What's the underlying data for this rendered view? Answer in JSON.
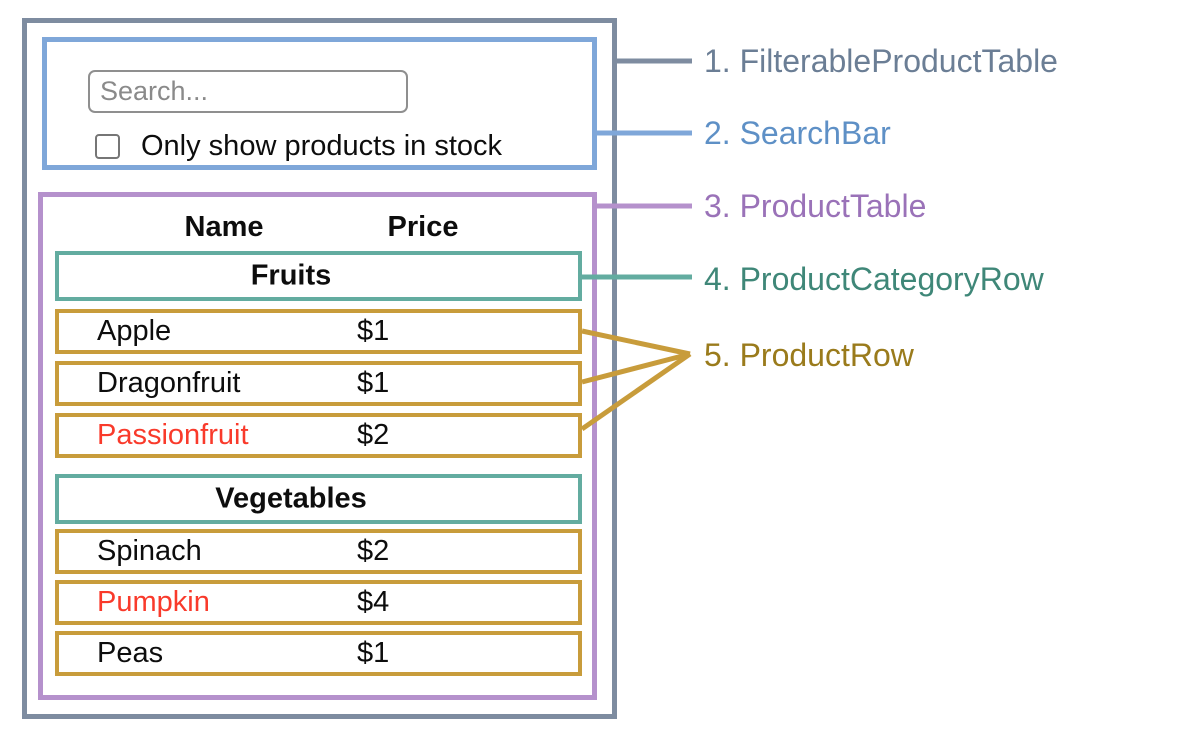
{
  "colors": {
    "slate_border": "#7E8CA0",
    "slate_text": "#6B7E95",
    "blue_border": "#7FA7D9",
    "blue_text": "#5E90C6",
    "purple_border": "#B591CC",
    "purple_text": "#9A72B8",
    "teal_border": "#63ACA0",
    "teal_text": "#3F8778",
    "gold_border": "#C89C3B",
    "gold_text": "#9A7B1C",
    "red_text": "#F93A2B"
  },
  "search_bar": {
    "input_placeholder": "Search...",
    "checkbox_label": "Only show products in stock",
    "checkbox_checked": false
  },
  "table": {
    "headers": [
      "Name",
      "Price"
    ],
    "sections": [
      {
        "category": "Fruits",
        "rows": [
          {
            "name": "Apple",
            "price": "$1",
            "out_of_stock": false
          },
          {
            "name": "Dragonfruit",
            "price": "$1",
            "out_of_stock": false
          },
          {
            "name": "Passionfruit",
            "price": "$2",
            "out_of_stock": true
          }
        ]
      },
      {
        "category": "Vegetables",
        "rows": [
          {
            "name": "Spinach",
            "price": "$2",
            "out_of_stock": false
          },
          {
            "name": "Pumpkin",
            "price": "$4",
            "out_of_stock": true
          },
          {
            "name": "Peas",
            "price": "$1",
            "out_of_stock": false
          }
        ]
      }
    ]
  },
  "legend": {
    "items": [
      {
        "label": "1. FilterableProductTable",
        "component": "FilterableProductTable"
      },
      {
        "label": "2. SearchBar",
        "component": "SearchBar"
      },
      {
        "label": "3. ProductTable",
        "component": "ProductTable"
      },
      {
        "label": "4. ProductCategoryRow",
        "component": "ProductCategoryRow"
      },
      {
        "label": "5. ProductRow",
        "component": "ProductRow"
      }
    ]
  }
}
